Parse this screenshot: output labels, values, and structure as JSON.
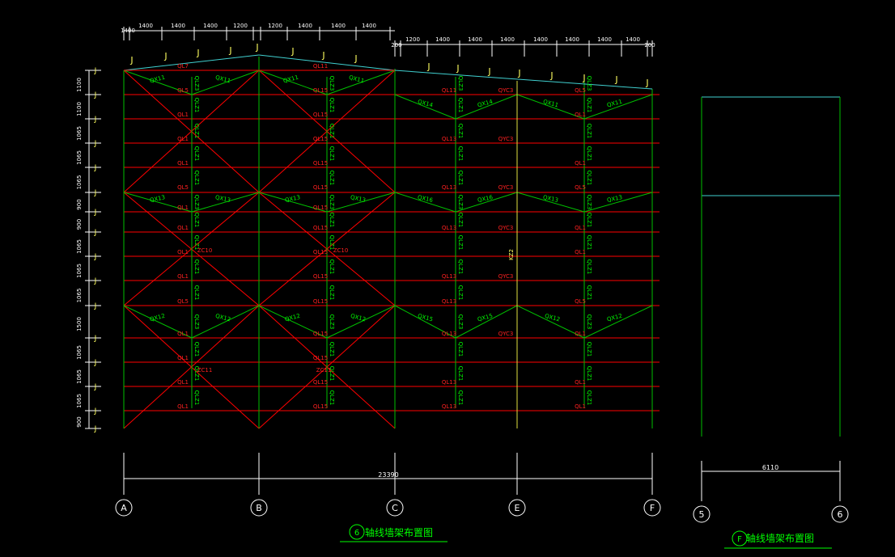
{
  "colors": {
    "background": "#000000",
    "gridline": "#ff0000",
    "column": "#00c000",
    "member_label_green": "#00ff00",
    "member_label_red": "#ff2020",
    "roof": "#40d0d0",
    "dimension": "#ffffff",
    "purlin_tick": "#ffff60",
    "title": "#00ff00",
    "axis_bubble": "#ffffff"
  },
  "left_view": {
    "title_bubble": "6",
    "title_text": "轴线墙架布置图",
    "axes": [
      "A",
      "B",
      "C",
      "E",
      "F"
    ],
    "overall_dim": "23390",
    "top_dims_left": [
      "1400",
      "1400",
      "1400",
      "1400",
      "1200",
      "1200",
      "1400",
      "1400",
      "1400"
    ],
    "top_dims_right": [
      "200",
      "1200",
      "1400",
      "1400",
      "1400",
      "1400",
      "1400",
      "1400",
      "1400",
      "200"
    ],
    "side_dims": [
      "1100",
      "1100",
      "1065",
      "1065",
      "1065",
      "900",
      "900",
      "1065",
      "1065",
      "1065",
      "1500",
      "1065",
      "1065",
      "1065",
      "900"
    ],
    "labels": {
      "ql1": "QL1",
      "ql5": "QL5",
      "ql11": "QL11",
      "ql13": "QL13",
      "ql15": "QL15",
      "ql7": "QL7",
      "qx11": "QX11",
      "qx13": "QX13",
      "qx12": "QX12",
      "qx14": "QX14",
      "qx15": "QX15",
      "qx16": "QX16",
      "qyc3": "QYC3",
      "zc10": "ZC10",
      "zc11": "ZC11",
      "kz2": "KZ2",
      "qlz1": "QLZ1",
      "qlz3": "QLZ3"
    }
  },
  "right_view": {
    "title_bubble": "F",
    "title_text": "轴线墙架布置图",
    "axes": [
      "5",
      "6"
    ],
    "overall_dim": "6110"
  }
}
